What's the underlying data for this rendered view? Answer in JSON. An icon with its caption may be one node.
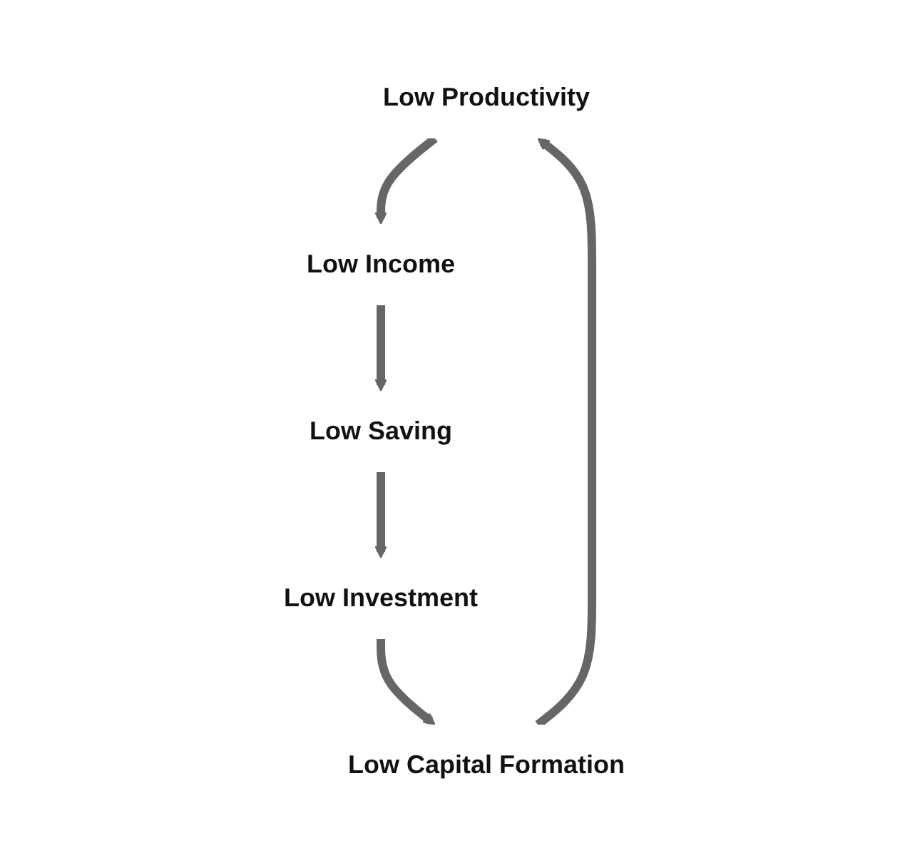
{
  "diagram": {
    "nodes": [
      {
        "text": [
          "Low Productivity"
        ]
      },
      {
        "text": [
          "Low Income"
        ]
      },
      {
        "text": [
          "Low Saving"
        ]
      },
      {
        "text": [
          "Low Investment"
        ]
      },
      {
        "text": [
          "Low Capital Formation"
        ]
      }
    ],
    "edges": [
      {
        "from": 0,
        "to": 1,
        "arrow": "to"
      },
      {
        "from": 1,
        "to": 2,
        "arrow": "to"
      },
      {
        "from": 2,
        "to": 3,
        "arrow": "to"
      },
      {
        "from": 3,
        "to": 4,
        "arrow": "to"
      },
      {
        "from": 4,
        "to": 0,
        "arrow": "to"
      }
    ]
  }
}
